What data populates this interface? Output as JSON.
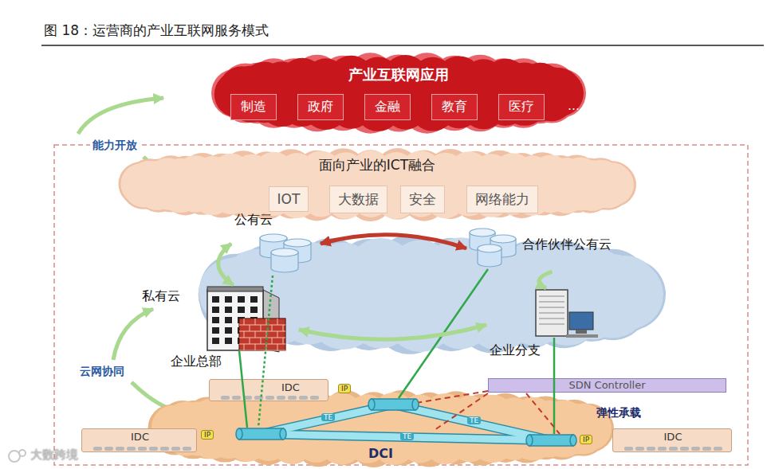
{
  "diagram": {
    "title": "图 18：运营商的产业互联网服务模式",
    "nodes": [
      {
        "text": [
          "产业互联网应用"
        ]
      },
      {
        "text": [
          "制造"
        ],
        "in": 0
      },
      {
        "text": [
          "政府"
        ],
        "in": 0
      },
      {
        "text": [
          "金融"
        ],
        "in": 0
      },
      {
        "text": [
          "教育"
        ],
        "in": 0
      },
      {
        "text": [
          "医疗"
        ],
        "in": 0
      },
      {
        "text": [
          "面向产业的ICT融合"
        ]
      },
      {
        "text": [
          "IOT"
        ],
        "in": 6
      },
      {
        "text": [
          "大数据"
        ],
        "in": 6
      },
      {
        "text": [
          "安全"
        ],
        "in": 6
      },
      {
        "text": [
          "网络能力"
        ],
        "in": 6
      },
      {
        "text": [
          "公有云"
        ]
      },
      {
        "text": [
          "合作伙伴公有云"
        ]
      },
      {
        "text": [
          "企业总部"
        ]
      },
      {
        "text": [
          "企业分支"
        ]
      },
      {
        "text": [
          "SDN Controller"
        ]
      },
      {
        "text": [
          "DCI"
        ]
      },
      {
        "text": [
          "IDC"
        ]
      },
      {
        "text": [
          "IDC"
        ]
      },
      {
        "text": [
          "IDC"
        ]
      }
    ],
    "edges": [
      {
        "from": 11,
        "to": 12,
        "arrow": "both"
      },
      {
        "from": 13,
        "to": 14,
        "arrow": "both"
      },
      {
        "from": 12,
        "to": 14,
        "arrow": "to"
      },
      {
        "from": 11,
        "to": 13,
        "arrow": "both"
      }
    ],
    "labels": [
      "…",
      "能力开放",
      "私有云",
      "云网协同",
      "弹性承载",
      "TE",
      "TE",
      "TE",
      "IP",
      "IP",
      "IP",
      "大数跨境"
    ]
  }
}
